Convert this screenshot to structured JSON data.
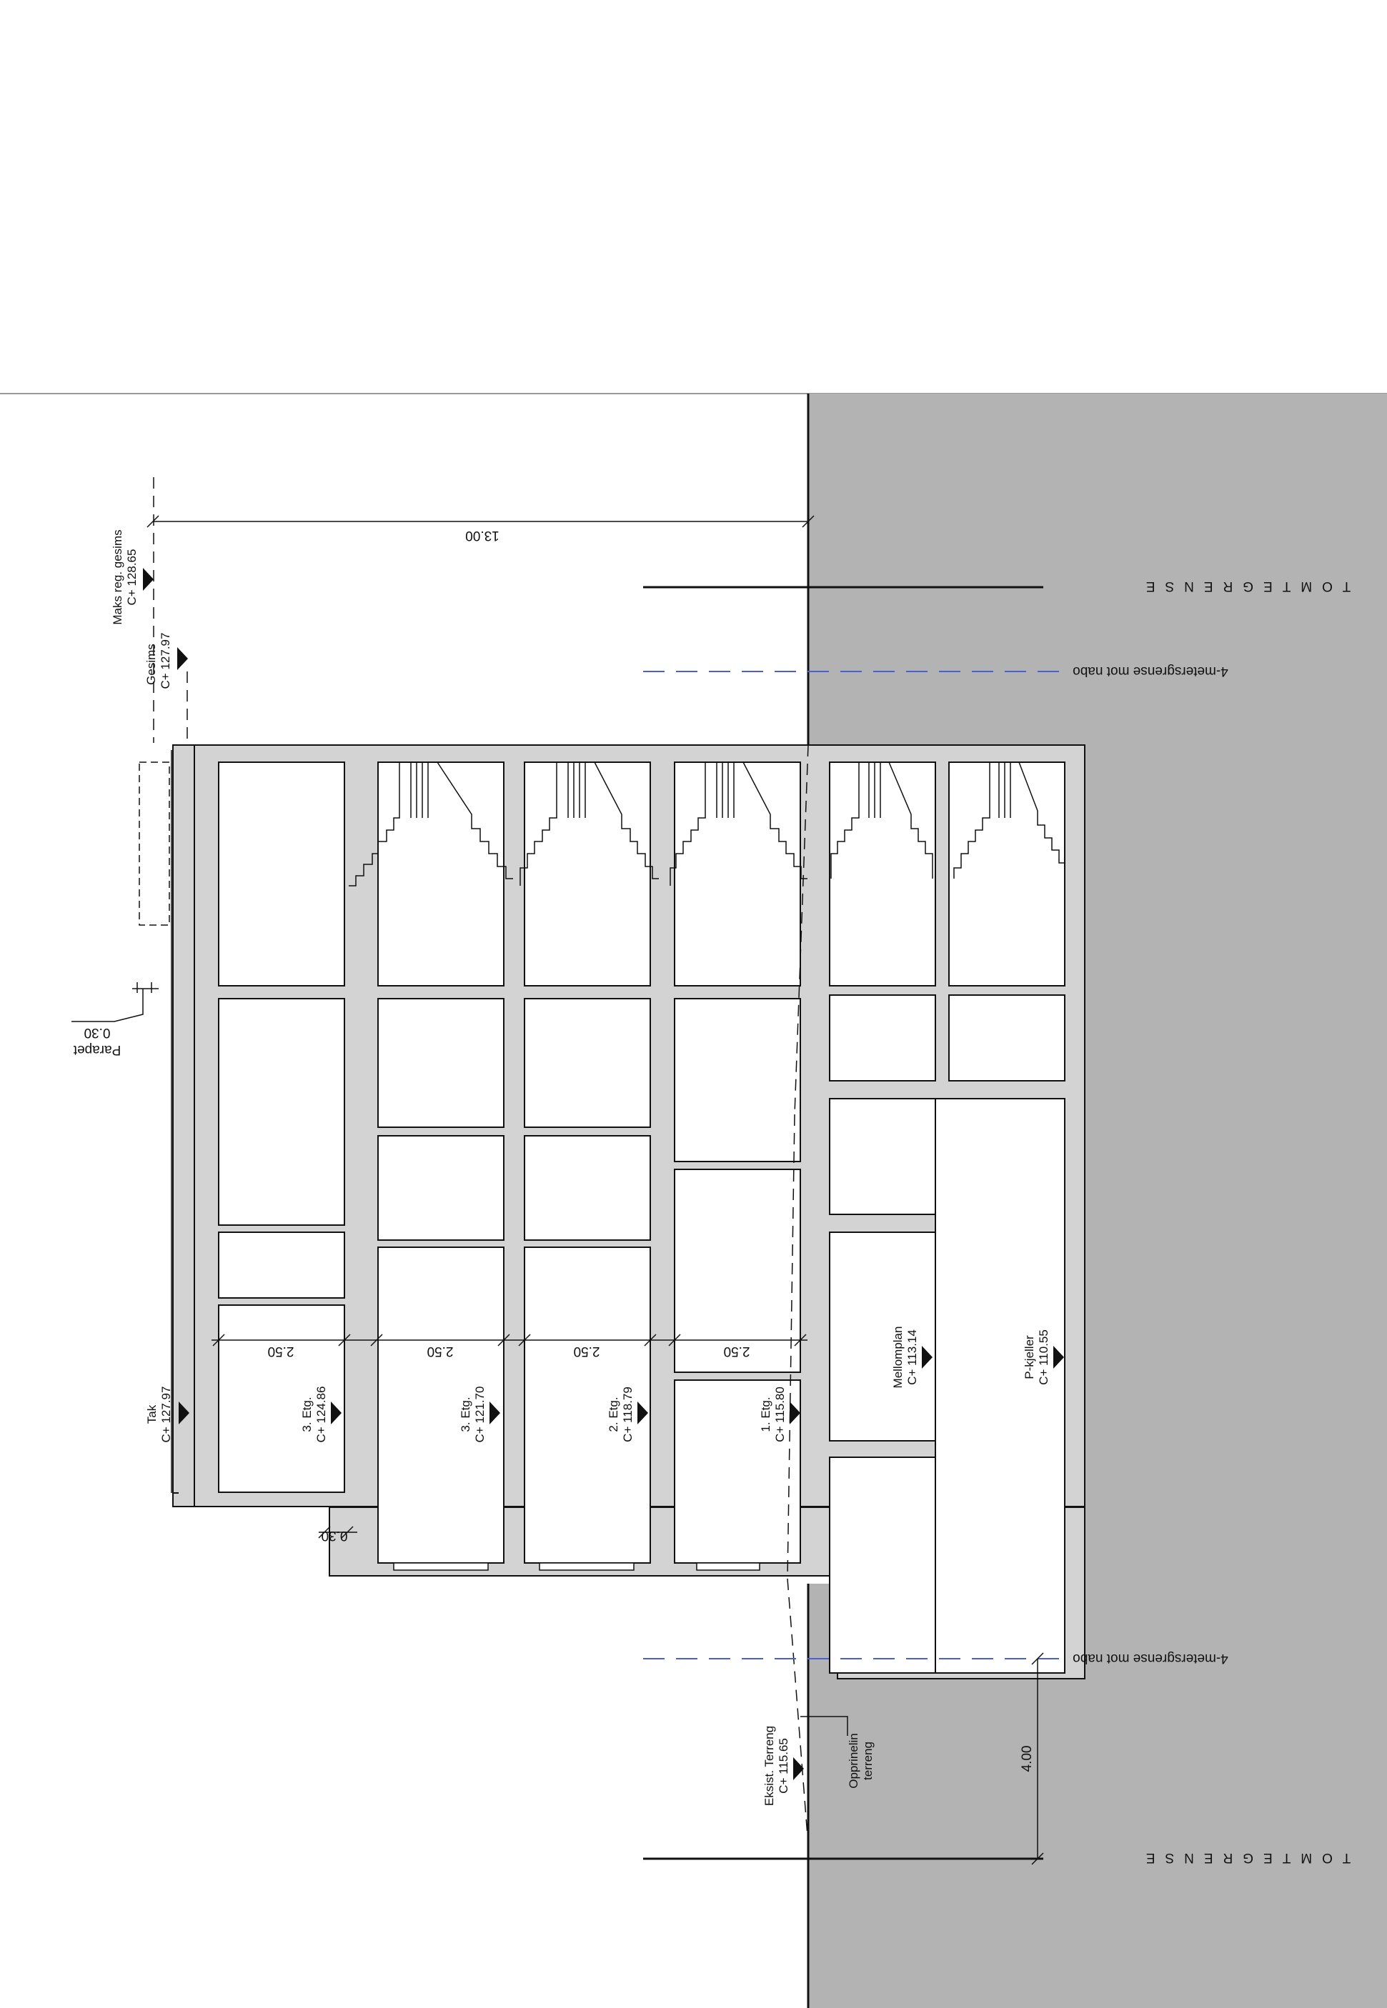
{
  "dimensions": {
    "overall_width": "13.00",
    "parapet": "0.30",
    "ceiling_heights": [
      "2.50",
      "2.50",
      "2.50",
      "2.50"
    ],
    "wall": "0.30",
    "setback": "4.00"
  },
  "parapet_label": "Parapet",
  "elevation_markers": [
    {
      "name": "Maks reg. gesims",
      "value": "C+ 128.65"
    },
    {
      "name": "Gesims",
      "value": "C+ 127.97"
    },
    {
      "name": "Tak",
      "value": "C+ 127.97"
    },
    {
      "name": "3. Etg.",
      "value": "C+ 124.86"
    },
    {
      "name": "3. Etg.",
      "value": "C+ 121.70"
    },
    {
      "name": "2. Etg.",
      "value": "C+ 118.79"
    },
    {
      "name": "1. Etg.",
      "value": "C+ 115.80"
    },
    {
      "name": "Mellomplan",
      "value": "C+ 113.14"
    },
    {
      "name": "P-kjeller",
      "value": "C+ 110.55"
    },
    {
      "name": "Eksist. Terreng",
      "value": "C+ 115.65"
    }
  ],
  "terrain_labels": [
    "Opprinelin",
    "terreng"
  ],
  "boundary_labels": {
    "tomtegrense": "TOMTEGRENSE",
    "four_meter_limit": "4-metersgrense mot nabo"
  },
  "colors": {
    "ground": "#b3b3b3",
    "walls": "#d3d3d3",
    "limit_line": "#4a5fd6",
    "line": "#111111"
  }
}
